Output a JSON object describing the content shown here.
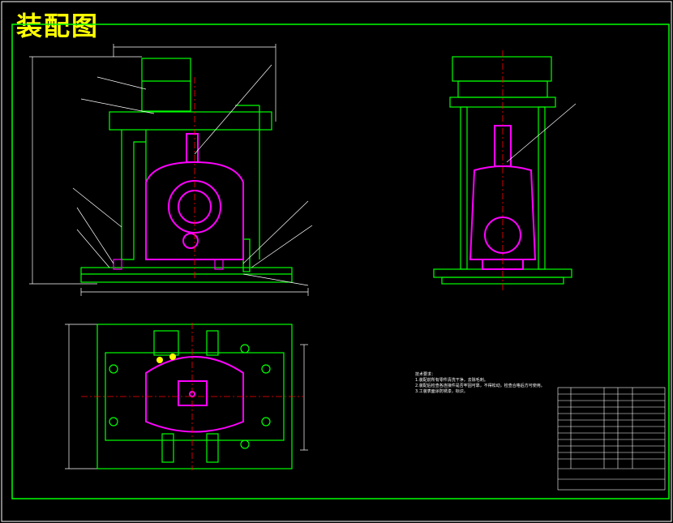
{
  "drawing_title": "装配图",
  "notes": {
    "heading": "技术要求：",
    "lines": [
      "1.装配前所有零件清洗干净，去除毛刺。",
      "2.装配后检查各连接件是否牢固可靠，不得松动，检查合格后方可使用。",
      "3.工装表面涂防锈漆，标识。"
    ]
  },
  "colors": {
    "background": "#000000",
    "frame": "#00ff00",
    "part": "#ff00ff",
    "centerline": "#ff0000",
    "dimension": "#ffffff",
    "title": "#ffff00"
  }
}
